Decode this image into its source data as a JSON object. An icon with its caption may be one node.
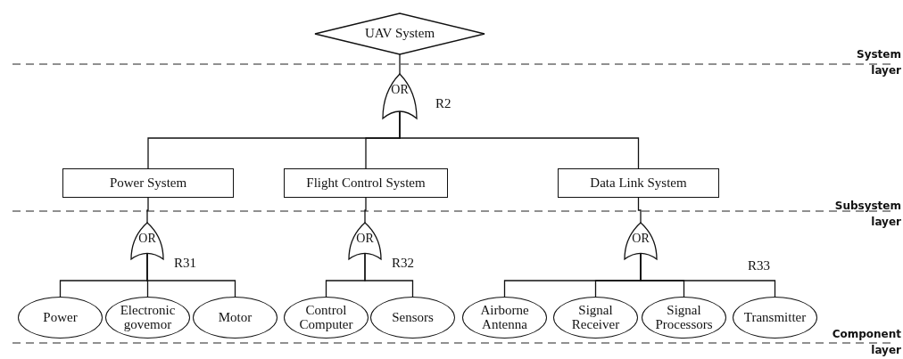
{
  "diagram": {
    "nodes": [
      {
        "text": [
          "UAV System"
        ]
      },
      {
        "text": [
          "OR"
        ],
        "beside": [
          "R2"
        ]
      },
      {
        "text": [
          "Power System"
        ]
      },
      {
        "text": [
          "Flight Control System"
        ]
      },
      {
        "text": [
          "Data Link System"
        ]
      },
      {
        "text": [
          "OR"
        ],
        "beside": [
          "R31"
        ]
      },
      {
        "text": [
          "OR"
        ],
        "beside": [
          "R32"
        ]
      },
      {
        "text": [
          "OR"
        ]
      },
      {
        "text": [
          "Power"
        ]
      },
      {
        "text": [
          "Electronic govemor"
        ]
      },
      {
        "text": [
          "Motor"
        ]
      },
      {
        "text": [
          "Control Computer"
        ]
      },
      {
        "text": [
          "Sensors"
        ]
      },
      {
        "text": [
          "Airborne Antenna"
        ]
      },
      {
        "text": [
          "Signal Receiver"
        ]
      },
      {
        "text": [
          "Signal Processors"
        ]
      },
      {
        "text": [
          "Transmitter"
        ]
      }
    ],
    "edges": [
      {
        "from": 0,
        "to": 1,
        "arrow": "none"
      },
      {
        "from": 1,
        "to": 2,
        "arrow": "none"
      },
      {
        "from": 1,
        "to": 3,
        "arrow": "none"
      },
      {
        "from": 1,
        "to": 4,
        "arrow": "none"
      },
      {
        "from": 2,
        "to": 5,
        "arrow": "none"
      },
      {
        "from": 3,
        "to": 6,
        "arrow": "none"
      },
      {
        "from": 4,
        "to": 7,
        "arrow": "none"
      },
      {
        "from": 5,
        "to": 8,
        "arrow": "none"
      },
      {
        "from": 5,
        "to": 9,
        "arrow": "none"
      },
      {
        "from": 5,
        "to": 10,
        "arrow": "none"
      },
      {
        "from": 6,
        "to": 11,
        "arrow": "none"
      },
      {
        "from": 6,
        "to": 12,
        "arrow": "none"
      },
      {
        "from": 7,
        "to": 13,
        "arrow": "none"
      },
      {
        "from": 7,
        "to": 14,
        "arrow": "none"
      },
      {
        "from": 7,
        "to": 15,
        "arrow": "none"
      },
      {
        "from": 7,
        "to": 16,
        "arrow": "none"
      }
    ],
    "labels": [
      "System layer",
      "Subsystem layer",
      "R33",
      "Component layer"
    ]
  }
}
